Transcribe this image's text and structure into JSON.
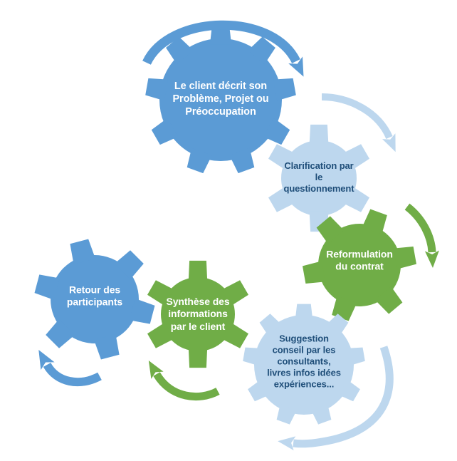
{
  "diagram": {
    "type": "gear-process-cycle",
    "colors": {
      "blue": "#5B9BD5",
      "light_blue": "#BDD7EE",
      "green": "#70AD47",
      "text_dark": "#1F4E79",
      "text_light": "#FFFFFF",
      "background": "#FFFFFF"
    },
    "steps": [
      {
        "name": "client-describes",
        "shape": "gear-9-teeth",
        "fill": "blue",
        "text": "Le client décrit son Problème, Projet ou Préoccupation",
        "lines": [
          "Le client décrit son",
          "Problème, Projet ou",
          "Préoccupation"
        ]
      },
      {
        "name": "clarification",
        "shape": "gear-6-teeth",
        "fill": "light_blue",
        "text": "Clarification par le questionnement",
        "lines": [
          "Clarification par",
          "le",
          "questionnement"
        ]
      },
      {
        "name": "reformulation",
        "shape": "gear-6-teeth",
        "fill": "green",
        "text": "Reformulation du contrat",
        "lines": [
          "Reformulation",
          "du contrat"
        ]
      },
      {
        "name": "suggestion",
        "shape": "gear-9-teeth",
        "fill": "light_blue",
        "text": "Suggestion conseil par les consultants, livres infos idées expériences...",
        "lines": [
          "Suggestion",
          "conseil par les",
          "consultants,",
          "livres infos idées",
          "expériences..."
        ]
      },
      {
        "name": "synthese",
        "shape": "gear-6-teeth",
        "fill": "green",
        "text": "Synthèse des informations par le client",
        "lines": [
          "Synthèse des",
          "informations",
          "par le client"
        ]
      },
      {
        "name": "retour",
        "shape": "gear-6-teeth",
        "fill": "blue",
        "text": "Retour des participants",
        "lines": [
          "Retour des",
          "participants"
        ]
      }
    ],
    "arrows": [
      {
        "name": "arrow-over-client-gear",
        "color": "blue",
        "direction": "clockwise-over-top"
      },
      {
        "name": "arrow-to-clarification",
        "color": "light_blue",
        "direction": "down-right"
      },
      {
        "name": "arrow-to-suggestion",
        "color": "green",
        "direction": "down"
      },
      {
        "name": "arrow-around-suggestion",
        "color": "light_blue",
        "direction": "counterclockwise-to-left"
      },
      {
        "name": "arrow-to-synthese",
        "color": "green",
        "direction": "up-left"
      },
      {
        "name": "arrow-from-retour",
        "color": "blue",
        "direction": "up-left"
      }
    ]
  }
}
